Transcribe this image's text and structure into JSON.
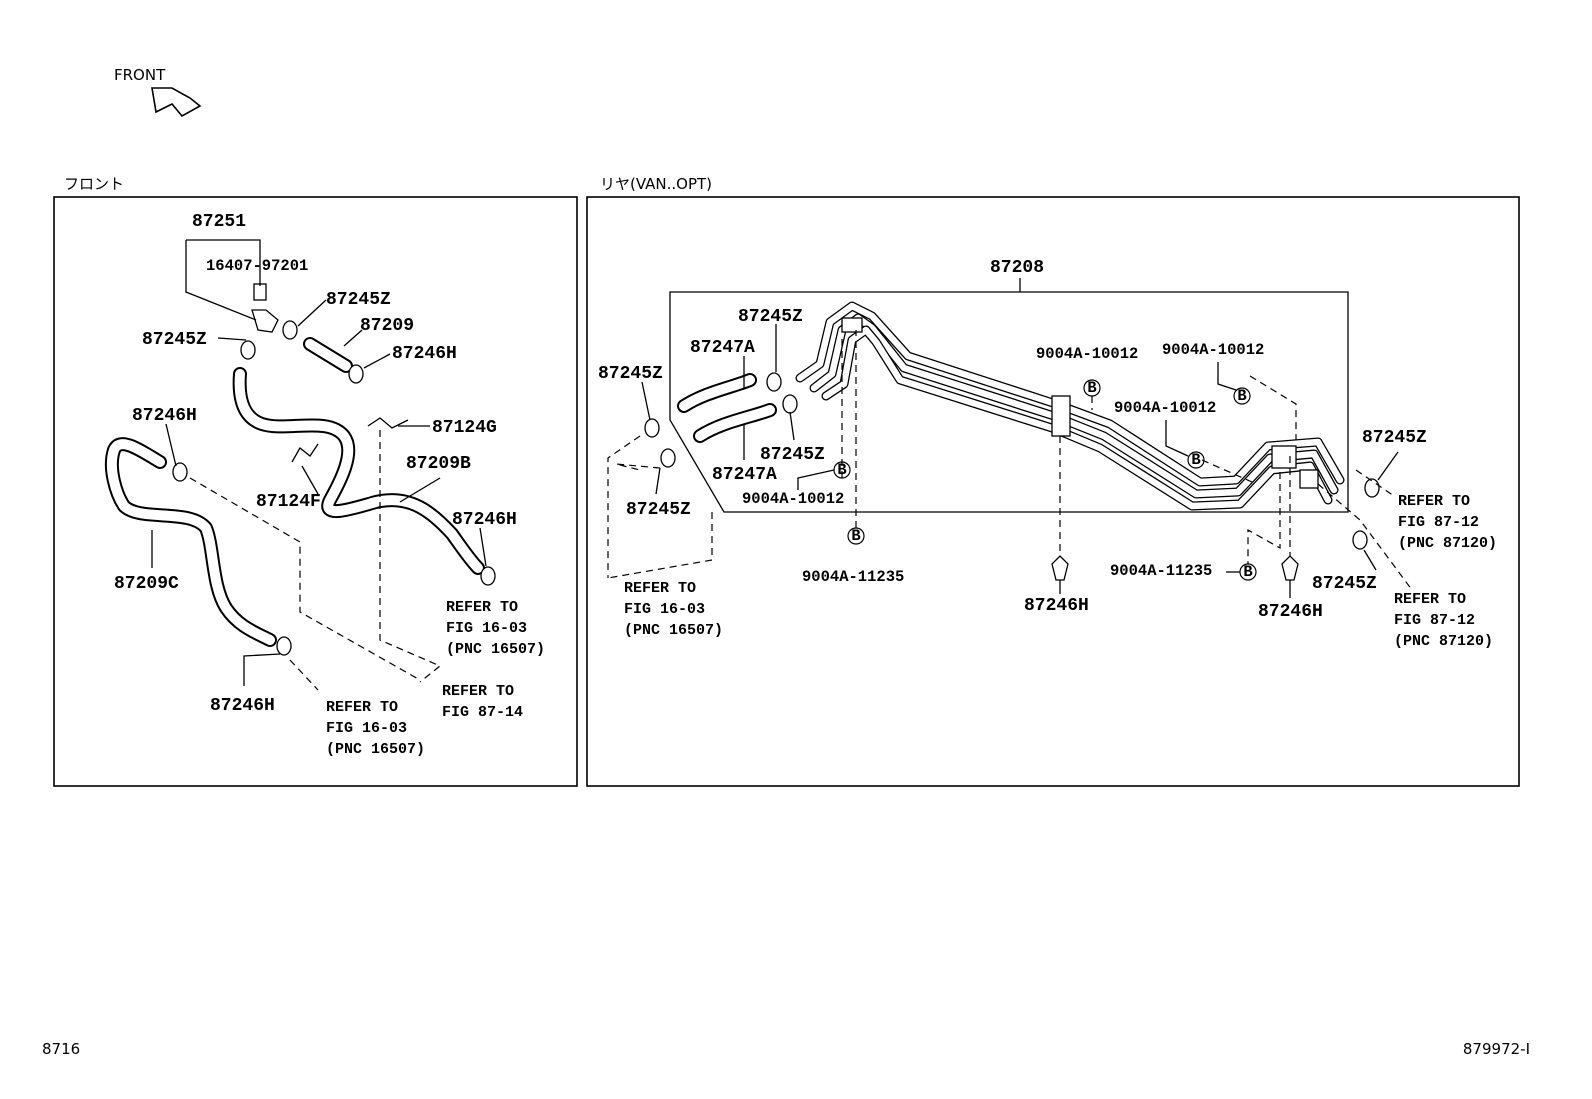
{
  "header": {
    "front_label": "FRONT",
    "section_front": "フロント",
    "section_rear": "リヤ(VAN..OPT)"
  },
  "front_panel": {
    "labels": [
      "87251",
      "16407-97201",
      "87245Z",
      "87209",
      "87245Z",
      "87246H",
      "87124G",
      "87246H",
      "87209B",
      "87124F",
      "87246H",
      "87209C",
      "87246H"
    ],
    "refs": [
      [
        "REFER TO",
        "FIG 16-03",
        "(PNC 16507)"
      ],
      [
        "REFER TO",
        "FIG 87-14"
      ],
      [
        "REFER TO",
        "FIG 16-03",
        "(PNC 16507)"
      ]
    ]
  },
  "rear_panel": {
    "labels": [
      "87208",
      "87245Z",
      "87247A",
      "87245Z",
      "87245Z",
      "87247A",
      "87245Z",
      "9004A-10012",
      "9004A-10012",
      "9004A-10012",
      "9004A-10012",
      "9004A-11235",
      "9004A-11235",
      "87246H",
      "87246H",
      "87245Z",
      "87245Z"
    ],
    "circle_mark": "B",
    "refs": [
      [
        "REFER TO",
        "FIG 16-03",
        "(PNC 16507)"
      ],
      [
        "REFER TO",
        "FIG 87-12",
        "(PNC 87120)"
      ],
      [
        "REFER TO",
        "FIG 87-12",
        "(PNC 87120)"
      ]
    ]
  },
  "footer": {
    "left_code": "8716",
    "right_code": "879972-I"
  }
}
